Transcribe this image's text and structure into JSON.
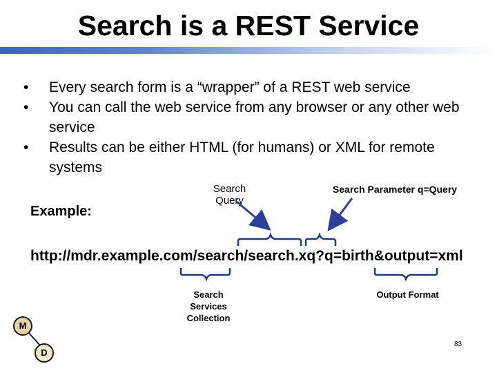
{
  "title": "Search is a REST Service",
  "bullets": [
    {
      "marker": "•",
      "text": "Every search form is a “wrapper” of a REST web service"
    },
    {
      "marker": "•",
      "text": "You can call the web service from any browser or any other web service"
    },
    {
      "marker": "•",
      "text": "Results can be either HTML (for humans) or XML for remote systems"
    }
  ],
  "example_label": "Example:",
  "url": "http://mdr.example.com/search/search.xq?q=birth&output=xml",
  "annotations": {
    "search_query": "Search Query",
    "search_parameter": "Search Parameter q=Query",
    "search_services_collection": "Search Services Collection",
    "output_format": "Output Format"
  },
  "logo": {
    "m": "M",
    "d": "D"
  },
  "page_number": "83",
  "colors": {
    "title_bar": "#3a63c8",
    "arrows": "#2a3f9a",
    "braces": "#1f3a8a"
  }
}
